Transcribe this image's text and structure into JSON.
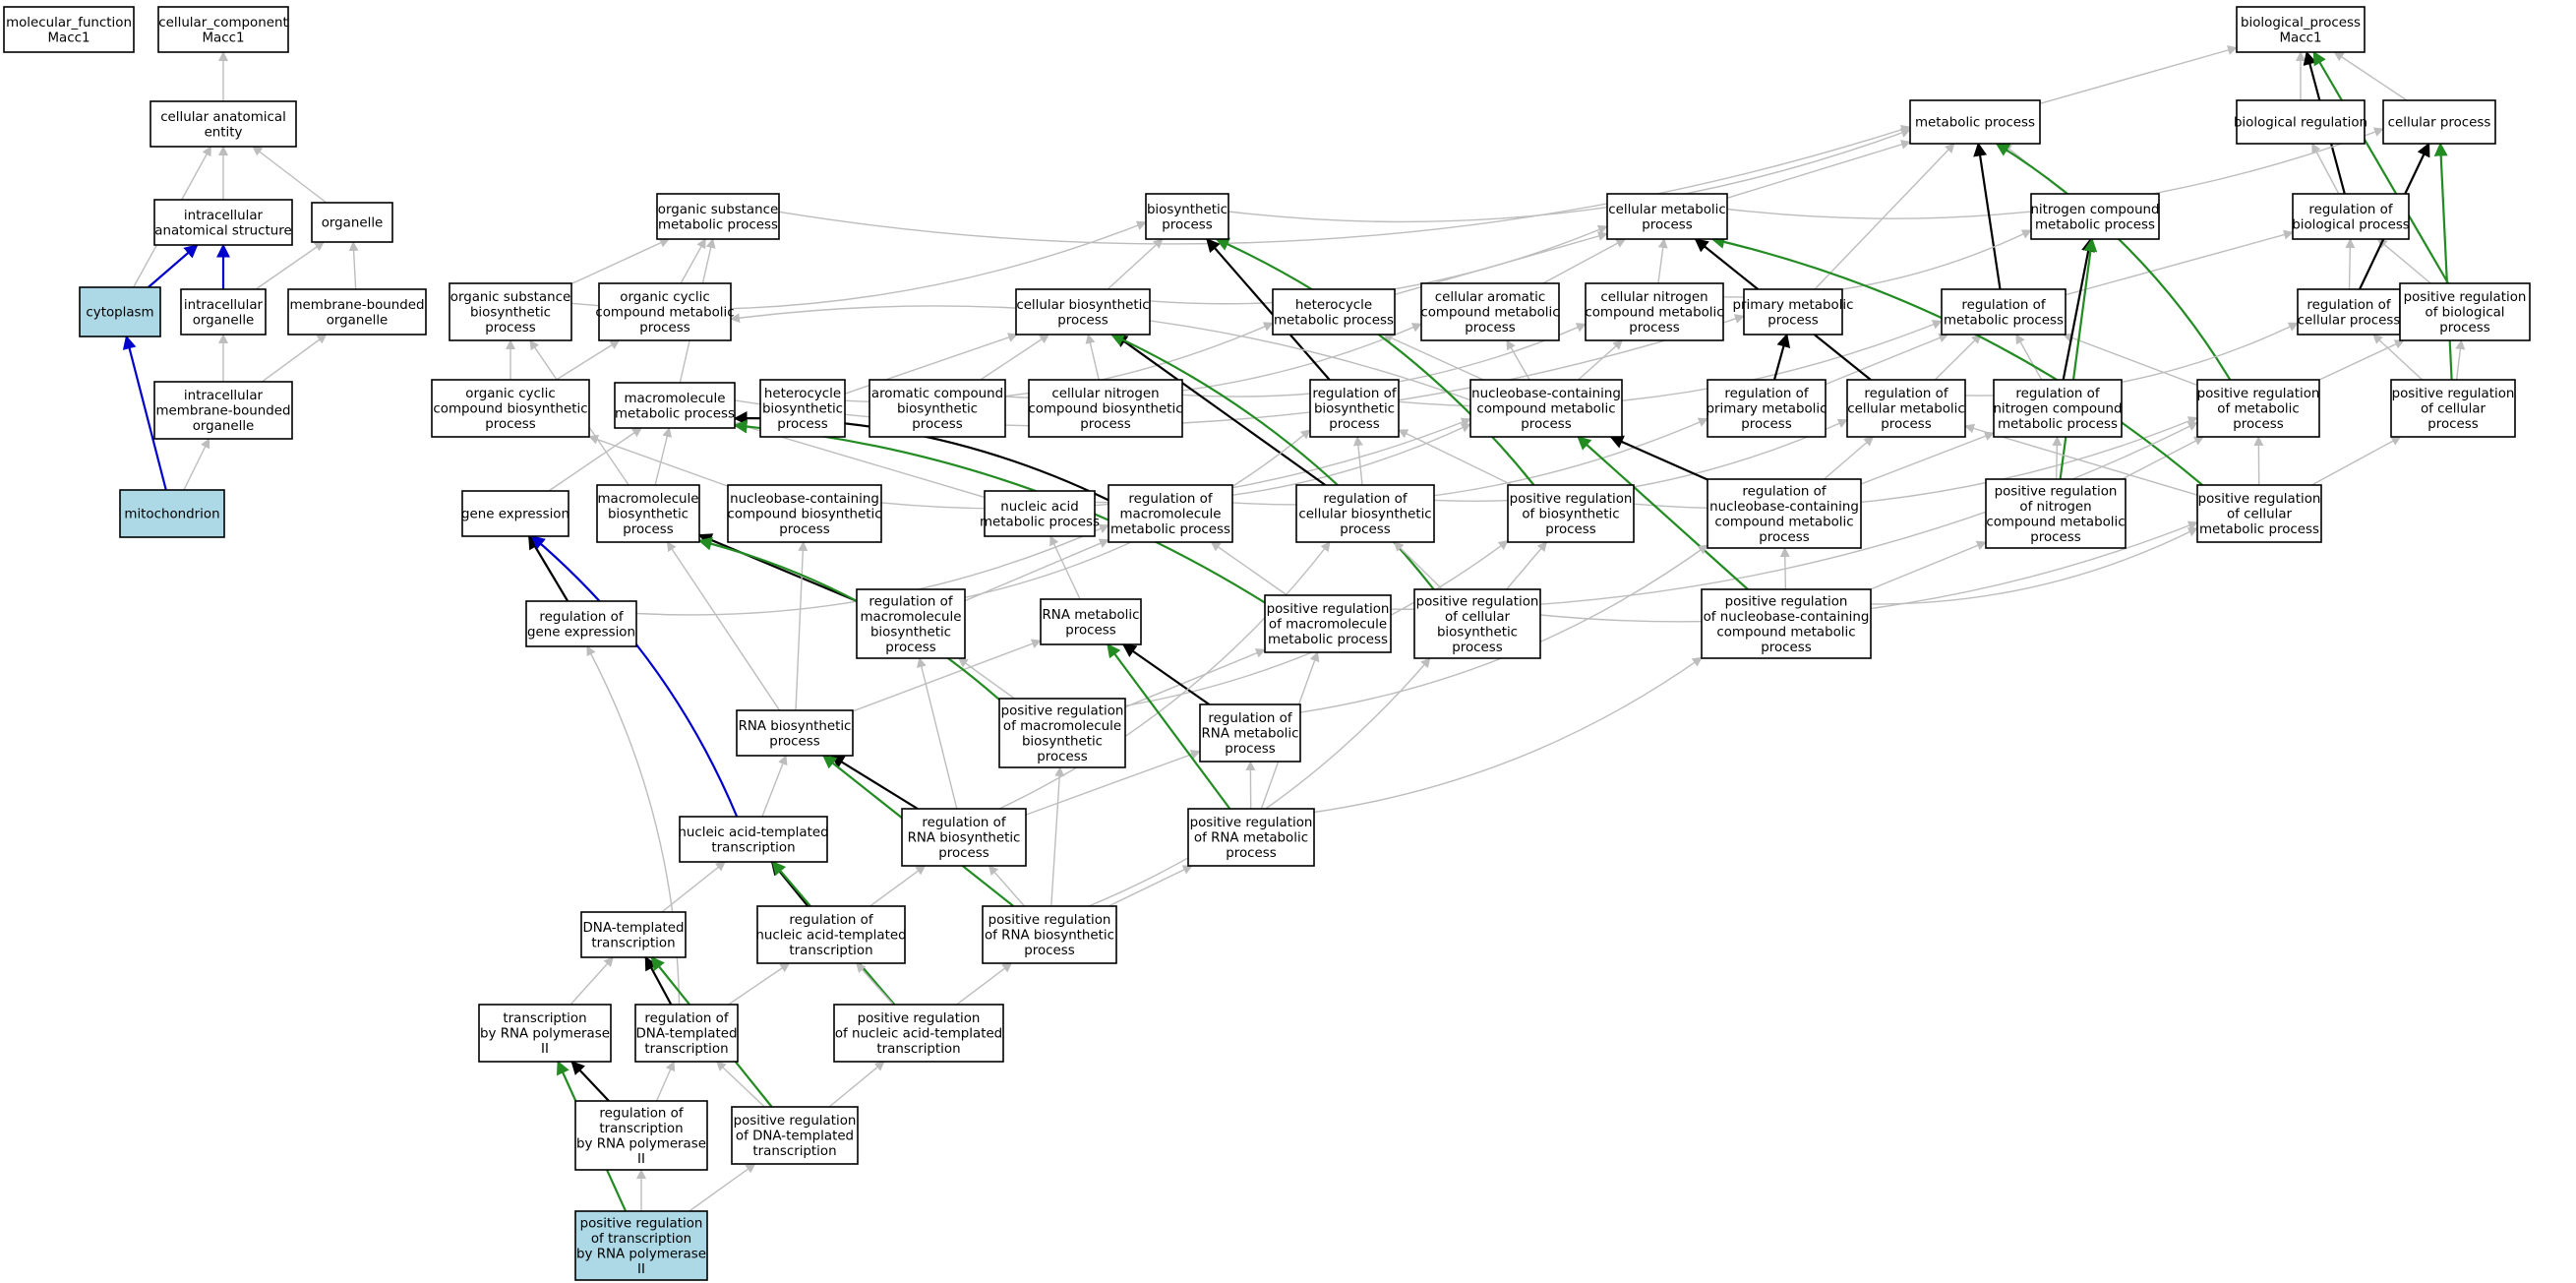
{
  "colors": {
    "is_a": "#bdbdbd",
    "regulates": "#000000",
    "positively_regulates": "#228b22",
    "part_of": "#0000cd",
    "highlight_fill": "#add8e6",
    "node_fill": "#ffffff"
  },
  "nodes": [
    {
      "id": "mf",
      "lines": [
        "molecular_function",
        "Macc1"
      ]
    },
    {
      "id": "cc",
      "lines": [
        "cellular_component",
        "Macc1"
      ]
    },
    {
      "id": "bp",
      "lines": [
        "biological_process",
        "Macc1"
      ]
    },
    {
      "id": "cae",
      "lines": [
        "cellular anatomical",
        "entity"
      ]
    },
    {
      "id": "ias",
      "lines": [
        "intracellular",
        "anatomical structure"
      ]
    },
    {
      "id": "organelle",
      "lines": [
        "organelle"
      ]
    },
    {
      "id": "cytoplasm",
      "lines": [
        "cytoplasm"
      ],
      "highlight": true
    },
    {
      "id": "io",
      "lines": [
        "intracellular",
        "organelle"
      ]
    },
    {
      "id": "mbo",
      "lines": [
        "membrane-bounded",
        "organelle"
      ]
    },
    {
      "id": "imbo",
      "lines": [
        "intracellular",
        "membrane-bounded",
        "organelle"
      ]
    },
    {
      "id": "mito",
      "lines": [
        "mitochondrion"
      ],
      "highlight": true
    },
    {
      "id": "metab",
      "lines": [
        "metabolic process"
      ]
    },
    {
      "id": "bioreg",
      "lines": [
        "biological regulation"
      ]
    },
    {
      "id": "cellproc",
      "lines": [
        "cellular process"
      ]
    },
    {
      "id": "regbio",
      "lines": [
        "regulation of",
        "biological process"
      ]
    },
    {
      "id": "osmp",
      "lines": [
        "organic substance",
        "metabolic process"
      ]
    },
    {
      "id": "biosyn",
      "lines": [
        "biosynthetic",
        "process"
      ]
    },
    {
      "id": "cmp",
      "lines": [
        "cellular metabolic",
        "process"
      ]
    },
    {
      "id": "ncmp",
      "lines": [
        "nitrogen compound",
        "metabolic process"
      ]
    },
    {
      "id": "osbp",
      "lines": [
        "organic substance",
        "biosynthetic",
        "process"
      ]
    },
    {
      "id": "occmp",
      "lines": [
        "organic cyclic",
        "compound metabolic",
        "process"
      ]
    },
    {
      "id": "cbp",
      "lines": [
        "cellular biosynthetic",
        "process"
      ]
    },
    {
      "id": "hmp",
      "lines": [
        "heterocycle",
        "metabolic process"
      ]
    },
    {
      "id": "cacmp",
      "lines": [
        "cellular aromatic",
        "compound metabolic",
        "process"
      ]
    },
    {
      "id": "cncmp",
      "lines": [
        "cellular nitrogen",
        "compound metabolic",
        "process"
      ]
    },
    {
      "id": "pmp",
      "lines": [
        "primary metabolic",
        "process"
      ]
    },
    {
      "id": "regmp",
      "lines": [
        "regulation of",
        "metabolic process"
      ]
    },
    {
      "id": "regcp",
      "lines": [
        "regulation of",
        "cellular process"
      ]
    },
    {
      "id": "prbp",
      "lines": [
        "positive regulation",
        "of biological",
        "process"
      ]
    },
    {
      "id": "occbp",
      "lines": [
        "organic cyclic",
        "compound biosynthetic",
        "process"
      ]
    },
    {
      "id": "mmp",
      "lines": [
        "macromolecule",
        "metabolic process"
      ]
    },
    {
      "id": "hbp",
      "lines": [
        "heterocycle",
        "biosynthetic",
        "process"
      ]
    },
    {
      "id": "acbp",
      "lines": [
        "aromatic compound",
        "biosynthetic",
        "process"
      ]
    },
    {
      "id": "cncbp",
      "lines": [
        "cellular nitrogen",
        "compound biosynthetic",
        "process"
      ]
    },
    {
      "id": "regbp",
      "lines": [
        "regulation of",
        "biosynthetic",
        "process"
      ]
    },
    {
      "id": "nccmp",
      "lines": [
        "nucleobase-containing",
        "compound metabolic",
        "process"
      ]
    },
    {
      "id": "regpmp",
      "lines": [
        "regulation of",
        "primary metabolic",
        "process"
      ]
    },
    {
      "id": "regcmp",
      "lines": [
        "regulation of",
        "cellular metabolic",
        "process"
      ]
    },
    {
      "id": "regncmp",
      "lines": [
        "regulation of",
        "nitrogen compound",
        "metabolic process"
      ]
    },
    {
      "id": "prmp",
      "lines": [
        "positive regulation",
        "of metabolic",
        "process"
      ]
    },
    {
      "id": "prcp",
      "lines": [
        "positive regulation",
        "of cellular",
        "process"
      ]
    },
    {
      "id": "geneexp",
      "lines": [
        "gene expression"
      ]
    },
    {
      "id": "mbp",
      "lines": [
        "macromolecule",
        "biosynthetic",
        "process"
      ]
    },
    {
      "id": "nccbp",
      "lines": [
        "nucleobase-containing",
        "compound biosynthetic",
        "process"
      ]
    },
    {
      "id": "namp",
      "lines": [
        "nucleic acid",
        "metabolic process"
      ]
    },
    {
      "id": "regmmp",
      "lines": [
        "regulation of",
        "macromolecule",
        "metabolic process"
      ]
    },
    {
      "id": "regcbp",
      "lines": [
        "regulation of",
        "cellular biosynthetic",
        "process"
      ]
    },
    {
      "id": "prbpp",
      "lines": [
        "positive regulation",
        "of biosynthetic",
        "process"
      ]
    },
    {
      "id": "regnccmp",
      "lines": [
        "regulation of",
        "nucleobase-containing",
        "compound metabolic",
        "process"
      ]
    },
    {
      "id": "prncmp",
      "lines": [
        "positive regulation",
        "of nitrogen",
        "compound metabolic",
        "process"
      ]
    },
    {
      "id": "prcmp",
      "lines": [
        "positive regulation",
        "of cellular",
        "metabolic process"
      ]
    },
    {
      "id": "reggeneexp",
      "lines": [
        "regulation of",
        "gene expression"
      ]
    },
    {
      "id": "regmbp",
      "lines": [
        "regulation of",
        "macromolecule",
        "biosynthetic",
        "process"
      ]
    },
    {
      "id": "rnamp",
      "lines": [
        "RNA metabolic",
        "process"
      ]
    },
    {
      "id": "prmmp",
      "lines": [
        "positive regulation",
        "of macromolecule",
        "metabolic process"
      ]
    },
    {
      "id": "prcbp",
      "lines": [
        "positive regulation",
        "of cellular",
        "biosynthetic",
        "process"
      ]
    },
    {
      "id": "prnccmp",
      "lines": [
        "positive regulation",
        "of nucleobase-containing",
        "compound metabolic",
        "process"
      ]
    },
    {
      "id": "rnabp",
      "lines": [
        "RNA biosynthetic",
        "process"
      ]
    },
    {
      "id": "prmbp",
      "lines": [
        "positive regulation",
        "of macromolecule",
        "biosynthetic",
        "process"
      ]
    },
    {
      "id": "regrnamp",
      "lines": [
        "regulation of",
        "RNA metabolic",
        "process"
      ]
    },
    {
      "id": "natt",
      "lines": [
        "nucleic acid-templated",
        "transcription"
      ]
    },
    {
      "id": "regrnabp",
      "lines": [
        "regulation of",
        "RNA biosynthetic",
        "process"
      ]
    },
    {
      "id": "prrnamp",
      "lines": [
        "positive regulation",
        "of RNA metabolic",
        "process"
      ]
    },
    {
      "id": "dtt",
      "lines": [
        "DNA-templated",
        "transcription"
      ]
    },
    {
      "id": "regnatt",
      "lines": [
        "regulation of",
        "nucleic acid-templated",
        "transcription"
      ]
    },
    {
      "id": "prrnabp",
      "lines": [
        "positive regulation",
        "of RNA biosynthetic",
        "process"
      ]
    },
    {
      "id": "trp2",
      "lines": [
        "transcription",
        "by RNA polymerase",
        "II"
      ]
    },
    {
      "id": "regdtt",
      "lines": [
        "regulation of",
        "DNA-templated",
        "transcription"
      ]
    },
    {
      "id": "prnatt",
      "lines": [
        "positive regulation",
        "of nucleic acid-templated",
        "transcription"
      ]
    },
    {
      "id": "regtrp2",
      "lines": [
        "regulation of",
        "transcription",
        "by RNA polymerase",
        "II"
      ]
    },
    {
      "id": "prdtt",
      "lines": [
        "positive regulation",
        "of DNA-templated",
        "transcription"
      ]
    },
    {
      "id": "prtrp2",
      "lines": [
        "positive regulation",
        "of transcription",
        "by RNA polymerase",
        "II"
      ],
      "highlight": true
    }
  ],
  "edges": [
    [
      "cae",
      "cc",
      "is_a"
    ],
    [
      "ias",
      "cae",
      "is_a"
    ],
    [
      "organelle",
      "cae",
      "is_a"
    ],
    [
      "cytoplasm",
      "cae",
      "is_a"
    ],
    [
      "cytoplasm",
      "ias",
      "part_of"
    ],
    [
      "io",
      "ias",
      "part_of"
    ],
    [
      "io",
      "organelle",
      "is_a"
    ],
    [
      "mbo",
      "organelle",
      "is_a"
    ],
    [
      "imbo",
      "io",
      "is_a"
    ],
    [
      "imbo",
      "mbo",
      "is_a"
    ],
    [
      "mito",
      "cytoplasm",
      "part_of"
    ],
    [
      "mito",
      "imbo",
      "is_a"
    ],
    [
      "metab",
      "bp",
      "is_a"
    ],
    [
      "bioreg",
      "bp",
      "is_a"
    ],
    [
      "cellproc",
      "bp",
      "is_a"
    ],
    [
      "regbio",
      "bioreg",
      "is_a"
    ],
    [
      "regbio",
      "bp",
      "regulates"
    ],
    [
      "prbp",
      "bp",
      "positively_regulates"
    ],
    [
      "prbp",
      "regbio",
      "is_a"
    ],
    [
      "regcp",
      "regbio",
      "is_a"
    ],
    [
      "regcp",
      "cellproc",
      "regulates"
    ],
    [
      "prcp",
      "prbp",
      "is_a"
    ],
    [
      "prcp",
      "regcp",
      "is_a"
    ],
    [
      "prcp",
      "cellproc",
      "positively_regulates"
    ],
    [
      "osmp",
      "metab",
      "is_a"
    ],
    [
      "biosyn",
      "metab",
      "is_a"
    ],
    [
      "cmp",
      "metab",
      "is_a"
    ],
    [
      "cmp",
      "cellproc",
      "is_a"
    ],
    [
      "ncmp",
      "metab",
      "is_a"
    ],
    [
      "pmp",
      "metab",
      "is_a"
    ],
    [
      "regmp",
      "metab",
      "regulates"
    ],
    [
      "regmp",
      "regbio",
      "is_a"
    ],
    [
      "prmp",
      "metab",
      "positively_regulates"
    ],
    [
      "prmp",
      "regmp",
      "is_a"
    ],
    [
      "prmp",
      "prbp",
      "is_a"
    ],
    [
      "osbp",
      "osmp",
      "is_a"
    ],
    [
      "osbp",
      "biosyn",
      "is_a"
    ],
    [
      "occmp",
      "osmp",
      "is_a"
    ],
    [
      "cbp",
      "biosyn",
      "is_a"
    ],
    [
      "cbp",
      "cmp",
      "is_a"
    ],
    [
      "hmp",
      "cmp",
      "is_a"
    ],
    [
      "cacmp",
      "cmp",
      "is_a"
    ],
    [
      "cncmp",
      "cmp",
      "is_a"
    ],
    [
      "cncmp",
      "ncmp",
      "is_a"
    ],
    [
      "occbp",
      "osbp",
      "is_a"
    ],
    [
      "occbp",
      "occmp",
      "is_a"
    ],
    [
      "mmp",
      "osmp",
      "is_a"
    ],
    [
      "mmp",
      "pmp",
      "is_a"
    ],
    [
      "hbp",
      "hmp",
      "is_a"
    ],
    [
      "hbp",
      "cbp",
      "is_a"
    ],
    [
      "acbp",
      "cacmp",
      "is_a"
    ],
    [
      "acbp",
      "cbp",
      "is_a"
    ],
    [
      "cncbp",
      "cncmp",
      "is_a"
    ],
    [
      "cncbp",
      "cbp",
      "is_a"
    ],
    [
      "regbp",
      "biosyn",
      "regulates"
    ],
    [
      "regbp",
      "regmp",
      "is_a"
    ],
    [
      "nccmp",
      "occmp",
      "is_a"
    ],
    [
      "nccmp",
      "hmp",
      "is_a"
    ],
    [
      "nccmp",
      "cacmp",
      "is_a"
    ],
    [
      "nccmp",
      "cncmp",
      "is_a"
    ],
    [
      "regpmp",
      "pmp",
      "regulates"
    ],
    [
      "regpmp",
      "regmp",
      "is_a"
    ],
    [
      "regcmp",
      "cmp",
      "regulates"
    ],
    [
      "regcmp",
      "regmp",
      "is_a"
    ],
    [
      "regcmp",
      "regcp",
      "is_a"
    ],
    [
      "regncmp",
      "ncmp",
      "regulates"
    ],
    [
      "regncmp",
      "regmp",
      "is_a"
    ],
    [
      "geneexp",
      "mmp",
      "is_a"
    ],
    [
      "mbp",
      "mmp",
      "is_a"
    ],
    [
      "mbp",
      "osbp",
      "is_a"
    ],
    [
      "nccbp",
      "nccmp",
      "is_a"
    ],
    [
      "nccbp",
      "occbp",
      "is_a"
    ],
    [
      "namp",
      "nccmp",
      "is_a"
    ],
    [
      "namp",
      "mmp",
      "is_a"
    ],
    [
      "regmmp",
      "mmp",
      "regulates"
    ],
    [
      "regmmp",
      "regpmp",
      "is_a"
    ],
    [
      "regcbp",
      "cbp",
      "regulates"
    ],
    [
      "regcbp",
      "regbp",
      "is_a"
    ],
    [
      "regcbp",
      "regcmp",
      "is_a"
    ],
    [
      "prbpp",
      "biosyn",
      "positively_regulates"
    ],
    [
      "prbpp",
      "regbp",
      "is_a"
    ],
    [
      "prbpp",
      "prmp",
      "is_a"
    ],
    [
      "regnccmp",
      "nccmp",
      "regulates"
    ],
    [
      "regnccmp",
      "regcmp",
      "is_a"
    ],
    [
      "regnccmp",
      "regncmp",
      "is_a"
    ],
    [
      "prncmp",
      "ncmp",
      "positively_regulates"
    ],
    [
      "prncmp",
      "regncmp",
      "is_a"
    ],
    [
      "prncmp",
      "prmp",
      "is_a"
    ],
    [
      "prcmp",
      "cmp",
      "positively_regulates"
    ],
    [
      "prcmp",
      "regcmp",
      "is_a"
    ],
    [
      "prcmp",
      "prcp",
      "is_a"
    ],
    [
      "prcmp",
      "prmp",
      "is_a"
    ],
    [
      "reggeneexp",
      "geneexp",
      "regulates"
    ],
    [
      "reggeneexp",
      "regmmp",
      "is_a"
    ],
    [
      "regmbp",
      "mbp",
      "regulates"
    ],
    [
      "regmbp",
      "regmmp",
      "is_a"
    ],
    [
      "regmbp",
      "regbp",
      "is_a"
    ],
    [
      "rnamp",
      "namp",
      "is_a"
    ],
    [
      "prmmp",
      "mmp",
      "positively_regulates"
    ],
    [
      "prmmp",
      "regmmp",
      "is_a"
    ],
    [
      "prmmp",
      "prmp",
      "is_a"
    ],
    [
      "prcbp",
      "cbp",
      "positively_regulates"
    ],
    [
      "prcbp",
      "regcbp",
      "is_a"
    ],
    [
      "prcbp",
      "prbpp",
      "is_a"
    ],
    [
      "prcbp",
      "prcmp",
      "is_a"
    ],
    [
      "prnccmp",
      "nccmp",
      "positively_regulates"
    ],
    [
      "prnccmp",
      "regnccmp",
      "is_a"
    ],
    [
      "prnccmp",
      "prncmp",
      "is_a"
    ],
    [
      "prnccmp",
      "prcmp",
      "is_a"
    ],
    [
      "rnabp",
      "rnamp",
      "is_a"
    ],
    [
      "rnabp",
      "nccbp",
      "is_a"
    ],
    [
      "rnabp",
      "mbp",
      "is_a"
    ],
    [
      "prmbp",
      "mbp",
      "positively_regulates"
    ],
    [
      "prmbp",
      "regmbp",
      "is_a"
    ],
    [
      "prmbp",
      "prmmp",
      "is_a"
    ],
    [
      "prmbp",
      "prbpp",
      "is_a"
    ],
    [
      "regrnamp",
      "rnamp",
      "regulates"
    ],
    [
      "regrnamp",
      "regnccmp",
      "is_a"
    ],
    [
      "natt",
      "rnabp",
      "is_a"
    ],
    [
      "natt",
      "geneexp",
      "part_of"
    ],
    [
      "regrnabp",
      "rnabp",
      "regulates"
    ],
    [
      "regrnabp",
      "regrnamp",
      "is_a"
    ],
    [
      "regrnabp",
      "regcbp",
      "is_a"
    ],
    [
      "regrnabp",
      "regmbp",
      "is_a"
    ],
    [
      "prrnamp",
      "rnamp",
      "positively_regulates"
    ],
    [
      "prrnamp",
      "regrnamp",
      "is_a"
    ],
    [
      "prrnamp",
      "prnccmp",
      "is_a"
    ],
    [
      "prrnamp",
      "prmmp",
      "is_a"
    ],
    [
      "dtt",
      "natt",
      "is_a"
    ],
    [
      "regnatt",
      "natt",
      "regulates"
    ],
    [
      "regnatt",
      "regrnabp",
      "is_a"
    ],
    [
      "prrnabp",
      "rnabp",
      "positively_regulates"
    ],
    [
      "prrnabp",
      "regrnabp",
      "is_a"
    ],
    [
      "prrnabp",
      "prrnamp",
      "is_a"
    ],
    [
      "prrnabp",
      "prmbp",
      "is_a"
    ],
    [
      "prrnabp",
      "prcbp",
      "is_a"
    ],
    [
      "trp2",
      "dtt",
      "is_a"
    ],
    [
      "regdtt",
      "dtt",
      "regulates"
    ],
    [
      "regdtt",
      "regnatt",
      "is_a"
    ],
    [
      "regdtt",
      "reggeneexp",
      "is_a"
    ],
    [
      "prnatt",
      "natt",
      "positively_regulates"
    ],
    [
      "prnatt",
      "regnatt",
      "is_a"
    ],
    [
      "prnatt",
      "prrnabp",
      "is_a"
    ],
    [
      "regtrp2",
      "trp2",
      "regulates"
    ],
    [
      "regtrp2",
      "regdtt",
      "is_a"
    ],
    [
      "prdtt",
      "dtt",
      "positively_regulates"
    ],
    [
      "prdtt",
      "regdtt",
      "is_a"
    ],
    [
      "prdtt",
      "prnatt",
      "is_a"
    ],
    [
      "prtrp2",
      "trp2",
      "positively_regulates"
    ],
    [
      "prtrp2",
      "regtrp2",
      "is_a"
    ],
    [
      "prtrp2",
      "prdtt",
      "is_a"
    ]
  ]
}
